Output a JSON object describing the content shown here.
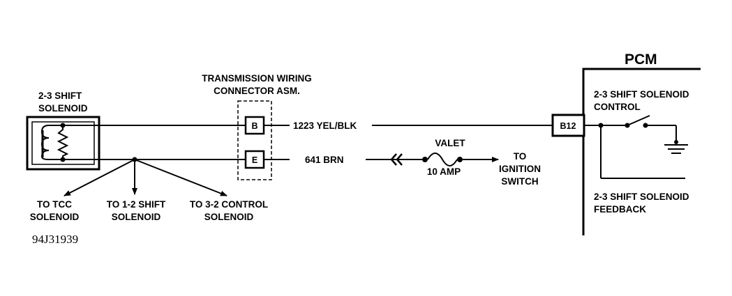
{
  "pcm": {
    "title": "PCM"
  },
  "solenoid": {
    "line1": "2-3 SHIFT",
    "line2": "SOLENOID"
  },
  "connector": {
    "line1": "TRANSMISSION WIRING",
    "line2": "CONNECTOR ASM.",
    "pin_b": "B",
    "pin_e": "E"
  },
  "wires": {
    "upper": "1223 YEL/BLK",
    "lower": "641 BRN"
  },
  "fuse": {
    "name": "VALET",
    "rating": "10 AMP"
  },
  "ignition": {
    "line1": "TO",
    "line2": "IGNITION",
    "line3": "SWITCH"
  },
  "pcm_terminal": {
    "label": "B12"
  },
  "control": {
    "line1": "2-3 SHIFT SOLENOID",
    "line2": "CONTROL"
  },
  "feedback": {
    "line1": "2-3 SHIFT SOLENOID",
    "line2": "FEEDBACK"
  },
  "branches": {
    "tcc": {
      "line1": "TO TCC",
      "line2": "SOLENOID"
    },
    "shift12": {
      "line1": "TO 1-2 SHIFT",
      "line2": "SOLENOID"
    },
    "control32": {
      "line1": "TO 3-2 CONTROL",
      "line2": "SOLENOID"
    }
  },
  "figure_code": "94J31939"
}
